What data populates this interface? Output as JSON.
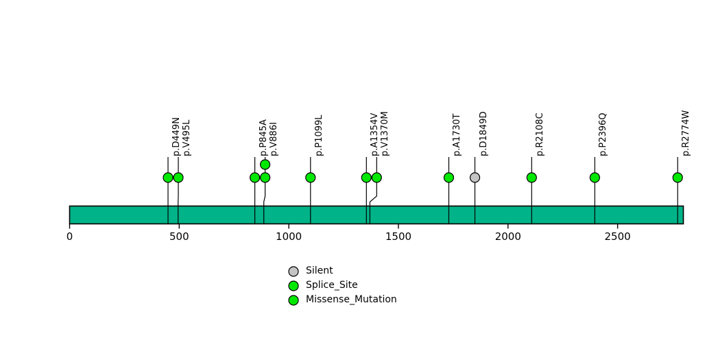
{
  "chart_data": {
    "type": "lollipop",
    "title": "",
    "xlabel": "",
    "ylabel": "",
    "xlim": [
      0,
      2800
    ],
    "grid": false,
    "protein_bar": {
      "start": 0,
      "end": 2800,
      "color": "#00B388",
      "border_color": "#000000"
    },
    "axis_ticks": [
      {
        "value": 0,
        "label": "0"
      },
      {
        "value": 500,
        "label": "500"
      },
      {
        "value": 1000,
        "label": "1000"
      },
      {
        "value": 1500,
        "label": "1500"
      },
      {
        "value": 2000,
        "label": "2000"
      },
      {
        "value": 2500,
        "label": "2500"
      }
    ],
    "mutations": [
      {
        "label": "p.D449N",
        "position": 449,
        "count": 1,
        "type": "Missense_Mutation",
        "color": "#00E800"
      },
      {
        "label": "p.V495L",
        "position": 495,
        "count": 1,
        "type": "Missense_Mutation",
        "color": "#00E800"
      },
      {
        "label": "p.P845A",
        "position": 845,
        "count": 1,
        "type": "Missense_Mutation",
        "color": "#00E800"
      },
      {
        "label": "p.V886I",
        "position": 886,
        "count": 2,
        "type": "Missense_Mutation",
        "color": "#00E800"
      },
      {
        "label": "p.P1099L",
        "position": 1099,
        "count": 1,
        "type": "Missense_Mutation",
        "color": "#00E800"
      },
      {
        "label": "p.A1354V",
        "position": 1354,
        "count": 1,
        "type": "Missense_Mutation",
        "color": "#00E800"
      },
      {
        "label": "p.V1370M",
        "position": 1370,
        "count": 1,
        "type": "Missense_Mutation",
        "color": "#00E800"
      },
      {
        "label": "p.A1730T",
        "position": 1730,
        "count": 1,
        "type": "Missense_Mutation",
        "color": "#00E800"
      },
      {
        "label": "p.D1849D",
        "position": 1849,
        "count": 1,
        "type": "Silent",
        "color": "#C4C4C4"
      },
      {
        "label": "p.R2108C",
        "position": 2108,
        "count": 1,
        "type": "Missense_Mutation",
        "color": "#00E800"
      },
      {
        "label": "p.P2396Q",
        "position": 2396,
        "count": 1,
        "type": "Missense_Mutation",
        "color": "#00E800"
      },
      {
        "label": "p.R2774W",
        "position": 2774,
        "count": 1,
        "type": "Missense_Mutation",
        "color": "#00E800"
      }
    ],
    "legend": {
      "position": "bottom-center",
      "entries": [
        {
          "label": "Silent",
          "color": "#C4C4C4"
        },
        {
          "label": "Splice_Site",
          "color": "#00E800"
        },
        {
          "label": "Missense_Mutation",
          "color": "#00E800"
        }
      ]
    }
  }
}
